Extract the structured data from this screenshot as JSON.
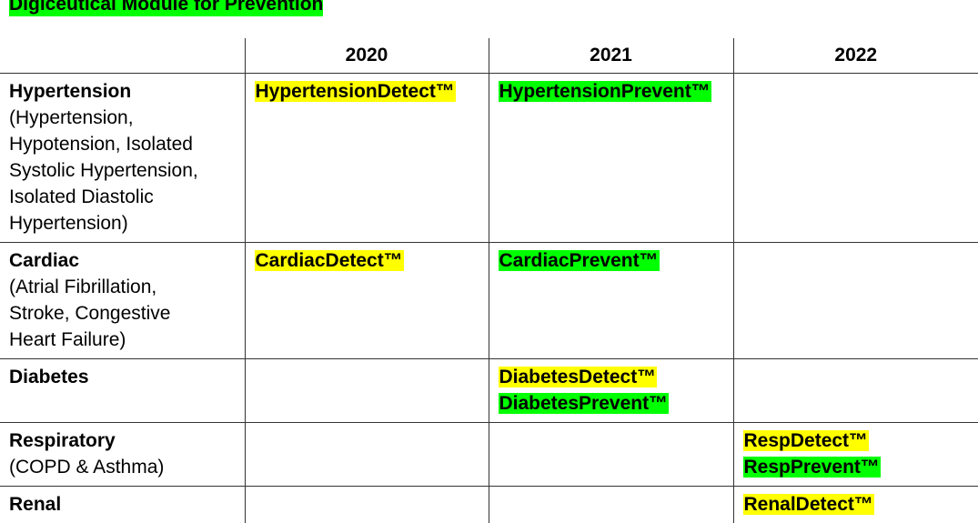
{
  "legend": {
    "label": "Digiceutical Module for Prevention",
    "color": "#00ff00"
  },
  "colors": {
    "detect_highlight": "#ffff00",
    "prevent_highlight": "#00ff00"
  },
  "years": [
    "2020",
    "2021",
    "2022"
  ],
  "rows": [
    {
      "name": "Hypertension",
      "detail_lines": [
        "(Hypertension,",
        "Hypotension, Isolated",
        "Systolic Hypertension,",
        "Isolated Diastolic",
        "Hypertension)"
      ],
      "cells": [
        [
          "HypertensionDetect™"
        ],
        [
          "HypertensionPrevent™"
        ],
        []
      ]
    },
    {
      "name": "Cardiac",
      "detail_lines": [
        "(Atrial Fibrillation,",
        "Stroke, Congestive",
        "Heart Failure)"
      ],
      "cells": [
        [
          "CardiacDetect™"
        ],
        [
          "CardiacPrevent™"
        ],
        []
      ]
    },
    {
      "name": "Diabetes",
      "detail_lines": [],
      "cells": [
        [],
        [
          "DiabetesDetect™",
          "DiabetesPrevent™"
        ],
        []
      ]
    },
    {
      "name": "Respiratory",
      "detail_lines": [
        "(COPD & Asthma)"
      ],
      "cells": [
        [],
        [],
        [
          "RespDetect™",
          "RespPrevent™"
        ]
      ]
    },
    {
      "name": "Renal",
      "detail_lines": [],
      "cells": [
        [],
        [],
        [
          "RenalDetect™"
        ]
      ]
    }
  ]
}
